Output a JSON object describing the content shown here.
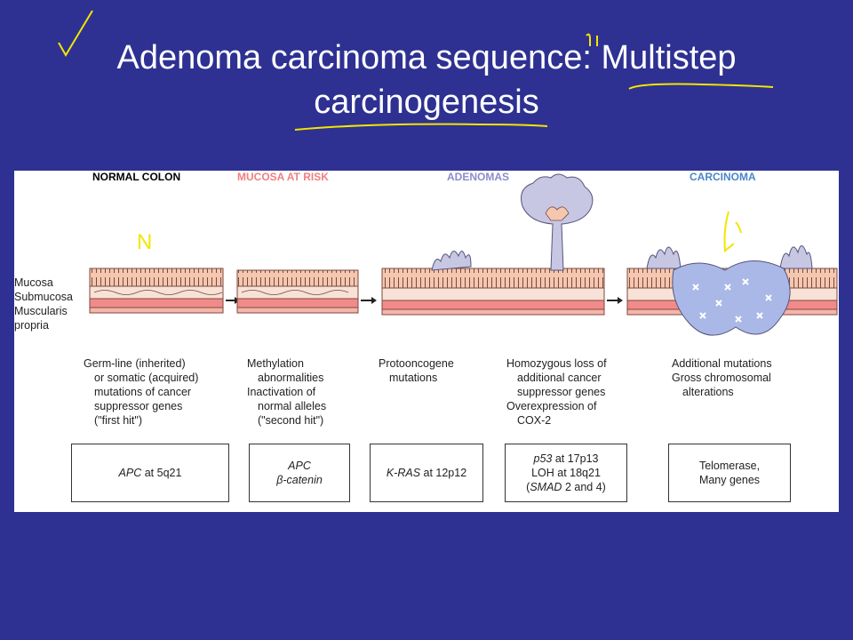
{
  "slide": {
    "title_line1": "Adenoma carcinoma sequence: Multistep",
    "title_line2": "carcinogenesis",
    "annotation_n": "N"
  },
  "colors": {
    "background": "#2e3192",
    "panel": "#ffffff",
    "normal_label": "#333333",
    "risk_label": "#f08080",
    "adenoma_label": "#8c8cc8",
    "carcinoma_label": "#4a86c8",
    "annotation": "#f2e600",
    "mucosa": "#f5c7b0",
    "muscularis": "#f28a8a",
    "tumor": "#aab8e8"
  },
  "stages": {
    "normal": "NORMAL COLON",
    "risk": "MUCOSA AT RISK",
    "adenoma": "ADENOMAS",
    "carcinoma": "CARCINOMA"
  },
  "layers": {
    "mucosa": "Mucosa",
    "submucosa": "Submucosa",
    "muscularis_1": "Muscularis",
    "muscularis_2": "propria"
  },
  "descriptions": {
    "normal": [
      "Germ-line (inherited)",
      "or somatic (acquired)",
      "mutations of cancer",
      "suppressor genes",
      "(\"first hit\")"
    ],
    "risk": [
      "Methylation",
      "abnormalities",
      "Inactivation of",
      "normal alleles",
      "(\"second hit\")"
    ],
    "adenoma1": [
      "Protooncogene",
      "mutations"
    ],
    "adenoma2": [
      "Homozygous loss of",
      "additional cancer",
      "suppressor genes",
      "Overexpression of",
      "COX-2"
    ],
    "carcinoma": [
      "Additional mutations",
      "Gross chromosomal",
      "alterations"
    ]
  },
  "genes": {
    "box1": {
      "gene": "APC",
      "rest": " at 5q21"
    },
    "box2": {
      "line1": "APC",
      "line2": "β-catenin"
    },
    "box3": {
      "gene": "K-RAS",
      "rest": " at 12p12"
    },
    "box4": {
      "gene": "p53",
      "rest1": " at 17p13",
      "line2": "LOH at 18q21",
      "open": "(",
      "smad": "SMAD",
      "rest3": " 2 and 4)"
    },
    "box5": {
      "line1": "Telomerase,",
      "line2": "Many genes"
    }
  }
}
